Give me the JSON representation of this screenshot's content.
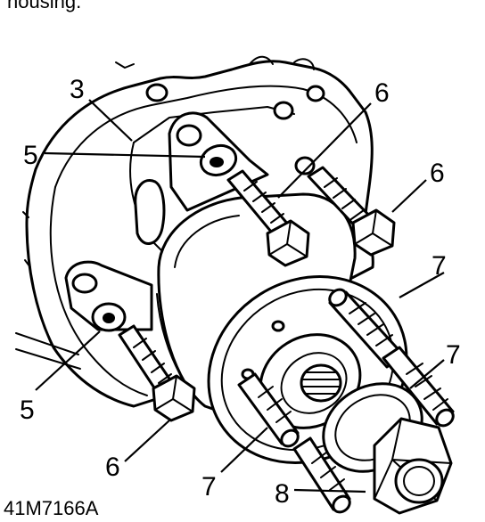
{
  "top_fragment": "housing.",
  "figure_code": "41M7166A",
  "callouts": {
    "c3": "3",
    "c5_upper": "5",
    "c5_lower": "5",
    "c6_top": "6",
    "c6_right": "6",
    "c6_bottom": "6",
    "c7_upper": "7",
    "c7_right": "7",
    "c7_lower": "7",
    "c8": "8"
  }
}
